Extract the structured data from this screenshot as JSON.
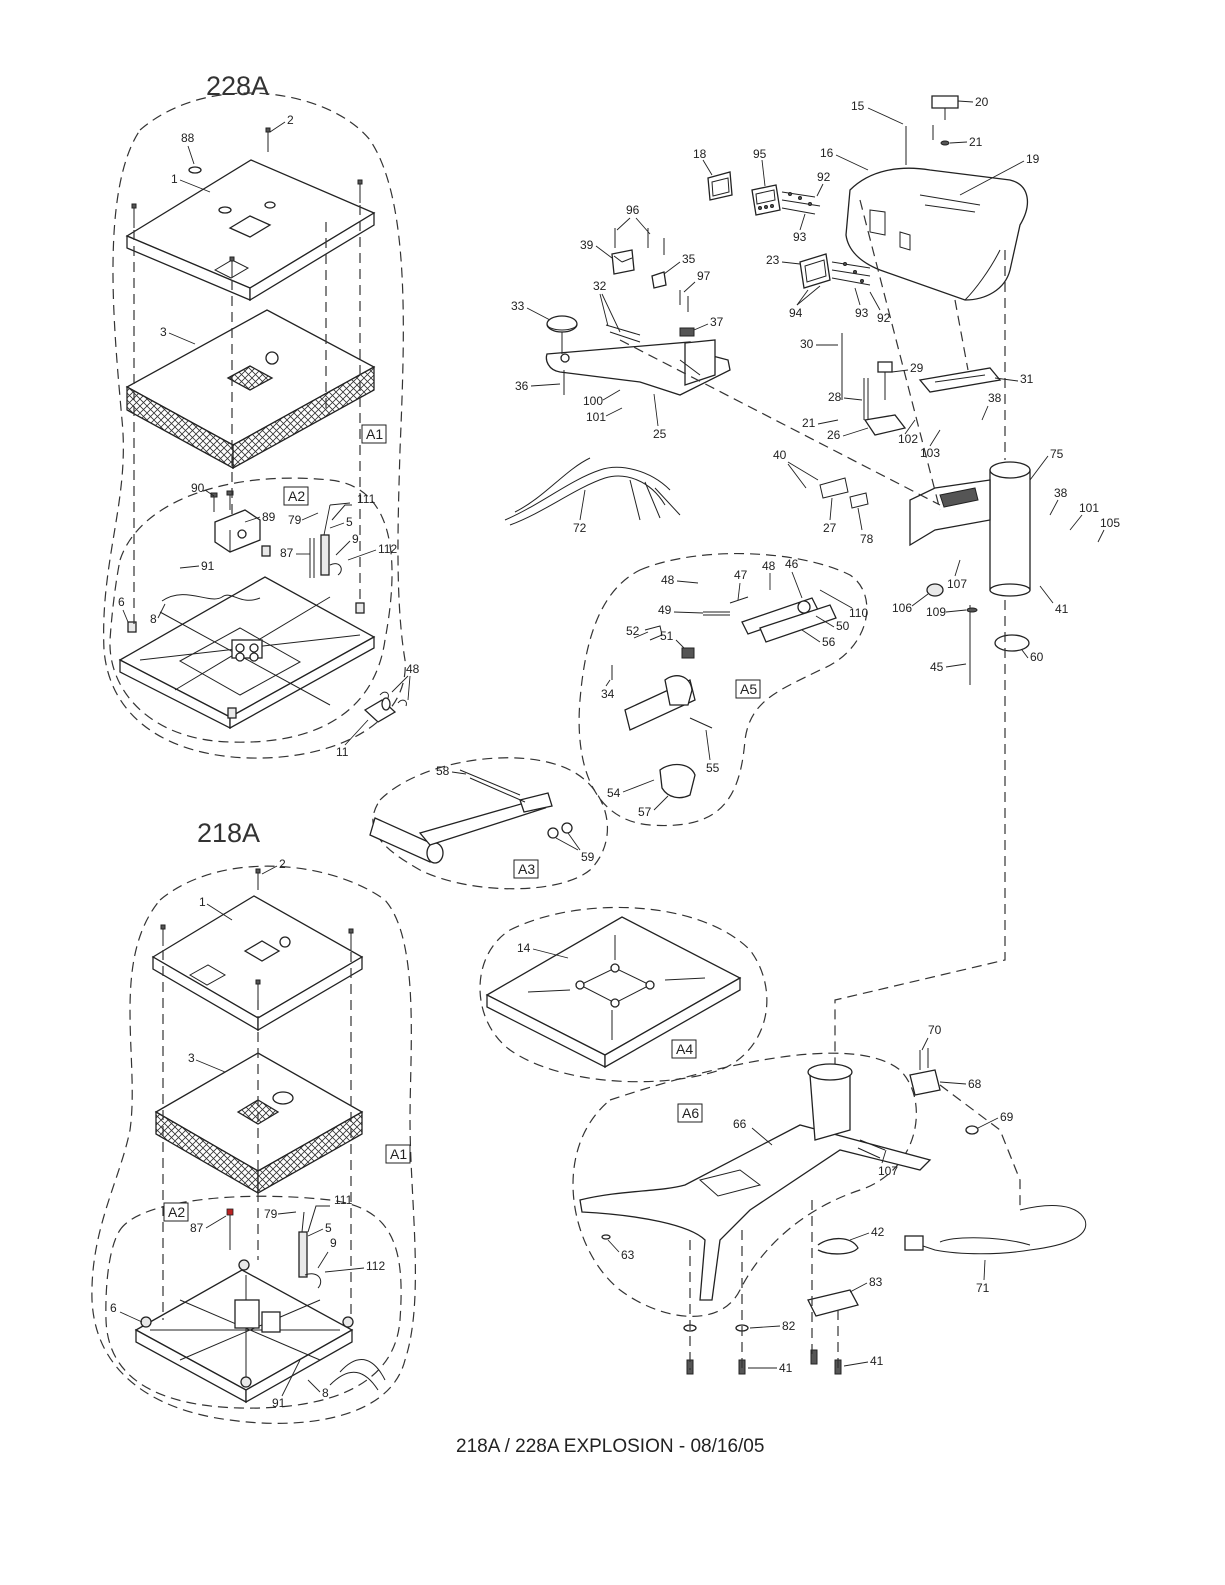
{
  "titles": {
    "top_model": "228A",
    "bottom_model": "218A",
    "caption": "218A / 228A EXPLOSION - 08/16/05"
  },
  "assembly_boxes": {
    "a1_top": "A1",
    "a2_top": "A2",
    "a1_bottom": "A1",
    "a2_bottom": "A2",
    "a3": "A3",
    "a4": "A4",
    "a5": "A5",
    "a6": "A6"
  },
  "callouts": {
    "top_platform": [
      "88",
      "2",
      "1",
      "3",
      "90",
      "89",
      "111",
      "79",
      "5",
      "87",
      "9",
      "112",
      "91",
      "6",
      "8",
      "48",
      "11"
    ],
    "bottom_platform": [
      "2",
      "1",
      "3",
      "111",
      "87",
      "79",
      "5",
      "9",
      "112",
      "6",
      "91",
      "8"
    ],
    "head": [
      "15",
      "20",
      "21",
      "16",
      "19",
      "18",
      "95",
      "92",
      "93",
      "23",
      "94",
      "93",
      "92",
      "96",
      "39",
      "35",
      "97",
      "32",
      "37",
      "33",
      "36",
      "100",
      "101",
      "25",
      "30",
      "29",
      "31",
      "28",
      "38",
      "21",
      "26",
      "102",
      "103",
      "40",
      "72",
      "27",
      "78",
      "75",
      "38",
      "101",
      "105",
      "107",
      "41",
      "106",
      "109",
      "45",
      "60"
    ],
    "linkage": [
      "48",
      "47",
      "48",
      "46",
      "49",
      "110",
      "50",
      "56",
      "52",
      "51",
      "34",
      "55",
      "54",
      "57",
      "58",
      "59"
    ],
    "mat": [
      "14"
    ],
    "base": [
      "70",
      "68",
      "66",
      "69",
      "107",
      "63",
      "42",
      "71",
      "83",
      "82",
      "41",
      "41"
    ]
  }
}
